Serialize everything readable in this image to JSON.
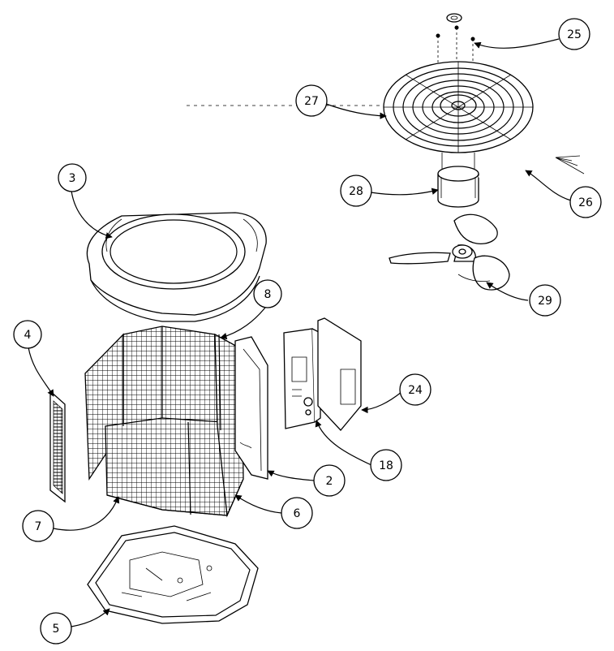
{
  "diagram": {
    "callouts": [
      {
        "id": "c25",
        "label": "25"
      },
      {
        "id": "c27",
        "label": "27"
      },
      {
        "id": "c28",
        "label": "28"
      },
      {
        "id": "c26",
        "label": "26"
      },
      {
        "id": "c29",
        "label": "29"
      },
      {
        "id": "c3",
        "label": "3"
      },
      {
        "id": "c8",
        "label": "8"
      },
      {
        "id": "c4",
        "label": "4"
      },
      {
        "id": "c24",
        "label": "24"
      },
      {
        "id": "c18",
        "label": "18"
      },
      {
        "id": "c2",
        "label": "2"
      },
      {
        "id": "c6",
        "label": "6"
      },
      {
        "id": "c7",
        "label": "7"
      },
      {
        "id": "c5",
        "label": "5"
      }
    ]
  }
}
